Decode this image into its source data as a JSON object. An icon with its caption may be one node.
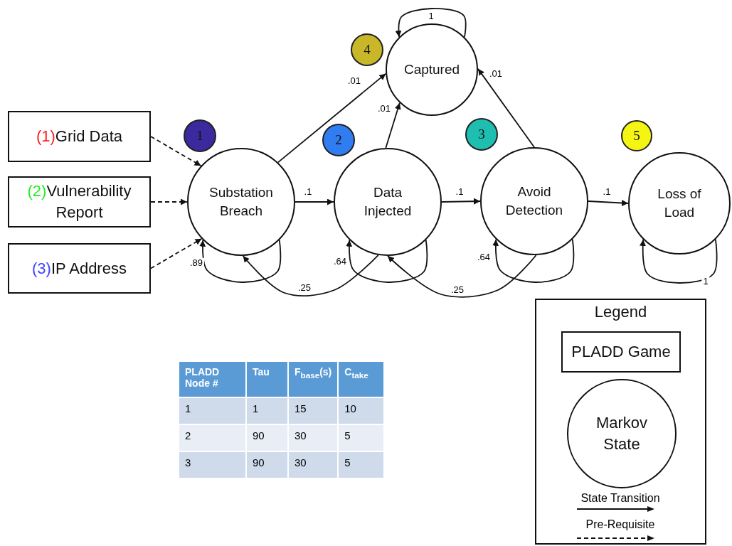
{
  "diagram": {
    "nodes": [
      {
        "text": [
          "(1)",
          "Grid Data"
        ]
      },
      {
        "text": [
          "(2)",
          "Vulnerability Report"
        ]
      },
      {
        "text": [
          "(3)",
          "IP Address"
        ]
      },
      {
        "text": [
          "Substation Breach"
        ]
      },
      {
        "text": [
          "Data Injected"
        ]
      },
      {
        "text": [
          "Avoid Detection"
        ]
      },
      {
        "text": [
          "Loss of Load"
        ]
      },
      {
        "text": [
          "Captured"
        ]
      },
      {
        "text": [
          "1"
        ]
      },
      {
        "text": [
          "2"
        ]
      },
      {
        "text": [
          "3"
        ]
      },
      {
        "text": [
          "4"
        ]
      },
      {
        "text": [
          "5"
        ]
      },
      {
        "text": [
          "Legend"
        ]
      },
      {
        "text": [
          "PLADD Game"
        ],
        "in": 13
      },
      {
        "text": [
          "Markov State"
        ],
        "in": 13
      }
    ],
    "edges": [
      {
        "from": 0,
        "to": 3,
        "arrow": "to",
        "style": "dashed"
      },
      {
        "from": 1,
        "to": 3,
        "arrow": "to",
        "style": "dashed"
      },
      {
        "from": 2,
        "to": 3,
        "arrow": "to",
        "style": "dashed"
      },
      {
        "from": 3,
        "to": 4,
        "arrow": "to",
        "label": ".1"
      },
      {
        "from": 4,
        "to": 5,
        "arrow": "to",
        "label": ".1"
      },
      {
        "from": 5,
        "to": 6,
        "arrow": "to",
        "label": ".1"
      },
      {
        "from": 3,
        "to": 7,
        "arrow": "to",
        "label": ".01"
      },
      {
        "from": 4,
        "to": 7,
        "arrow": "to",
        "label": ".01"
      },
      {
        "from": 5,
        "to": 7,
        "arrow": "to",
        "label": ".01"
      },
      {
        "from": 7,
        "to": 7,
        "arrow": "to",
        "label": "1"
      },
      {
        "from": 3,
        "to": 3,
        "arrow": "to",
        "label": ".89"
      },
      {
        "from": 4,
        "to": 4,
        "arrow": "to",
        "label": ".64"
      },
      {
        "from": 5,
        "to": 5,
        "arrow": "to",
        "label": ".64"
      },
      {
        "from": 6,
        "to": 6,
        "arrow": "to",
        "label": "1"
      },
      {
        "from": 4,
        "to": 3,
        "arrow": "to",
        "label": ".25"
      },
      {
        "from": 5,
        "to": 4,
        "arrow": "to",
        "label": ".25"
      }
    ],
    "labels": [
      "PLADD Node #",
      "Tau",
      "F$_{base}$(s)",
      "C$_{take}$",
      "1",
      "1",
      "15",
      "10",
      "2",
      "90",
      "30",
      "5",
      "3",
      "90",
      "30",
      "5"
    ],
    "legend": [
      {
        "text": "State Transition"
      },
      {
        "text": "Pre-Requisite"
      }
    ]
  }
}
